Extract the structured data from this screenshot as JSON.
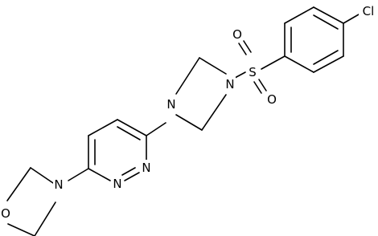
{
  "molecule": {
    "atoms": {
      "chlorine": "Cl",
      "sulfonyl_sulfur": "S",
      "sulfonyl_oxygen_top": "O",
      "sulfonyl_oxygen_bottom": "O",
      "piperazine_n_sulfonyl": "N",
      "piperazine_n_pyridazine": "N",
      "pyridazine_n1": "N",
      "pyridazine_n2": "N",
      "morpholine_n": "N",
      "morpholine_o": "O"
    }
  }
}
